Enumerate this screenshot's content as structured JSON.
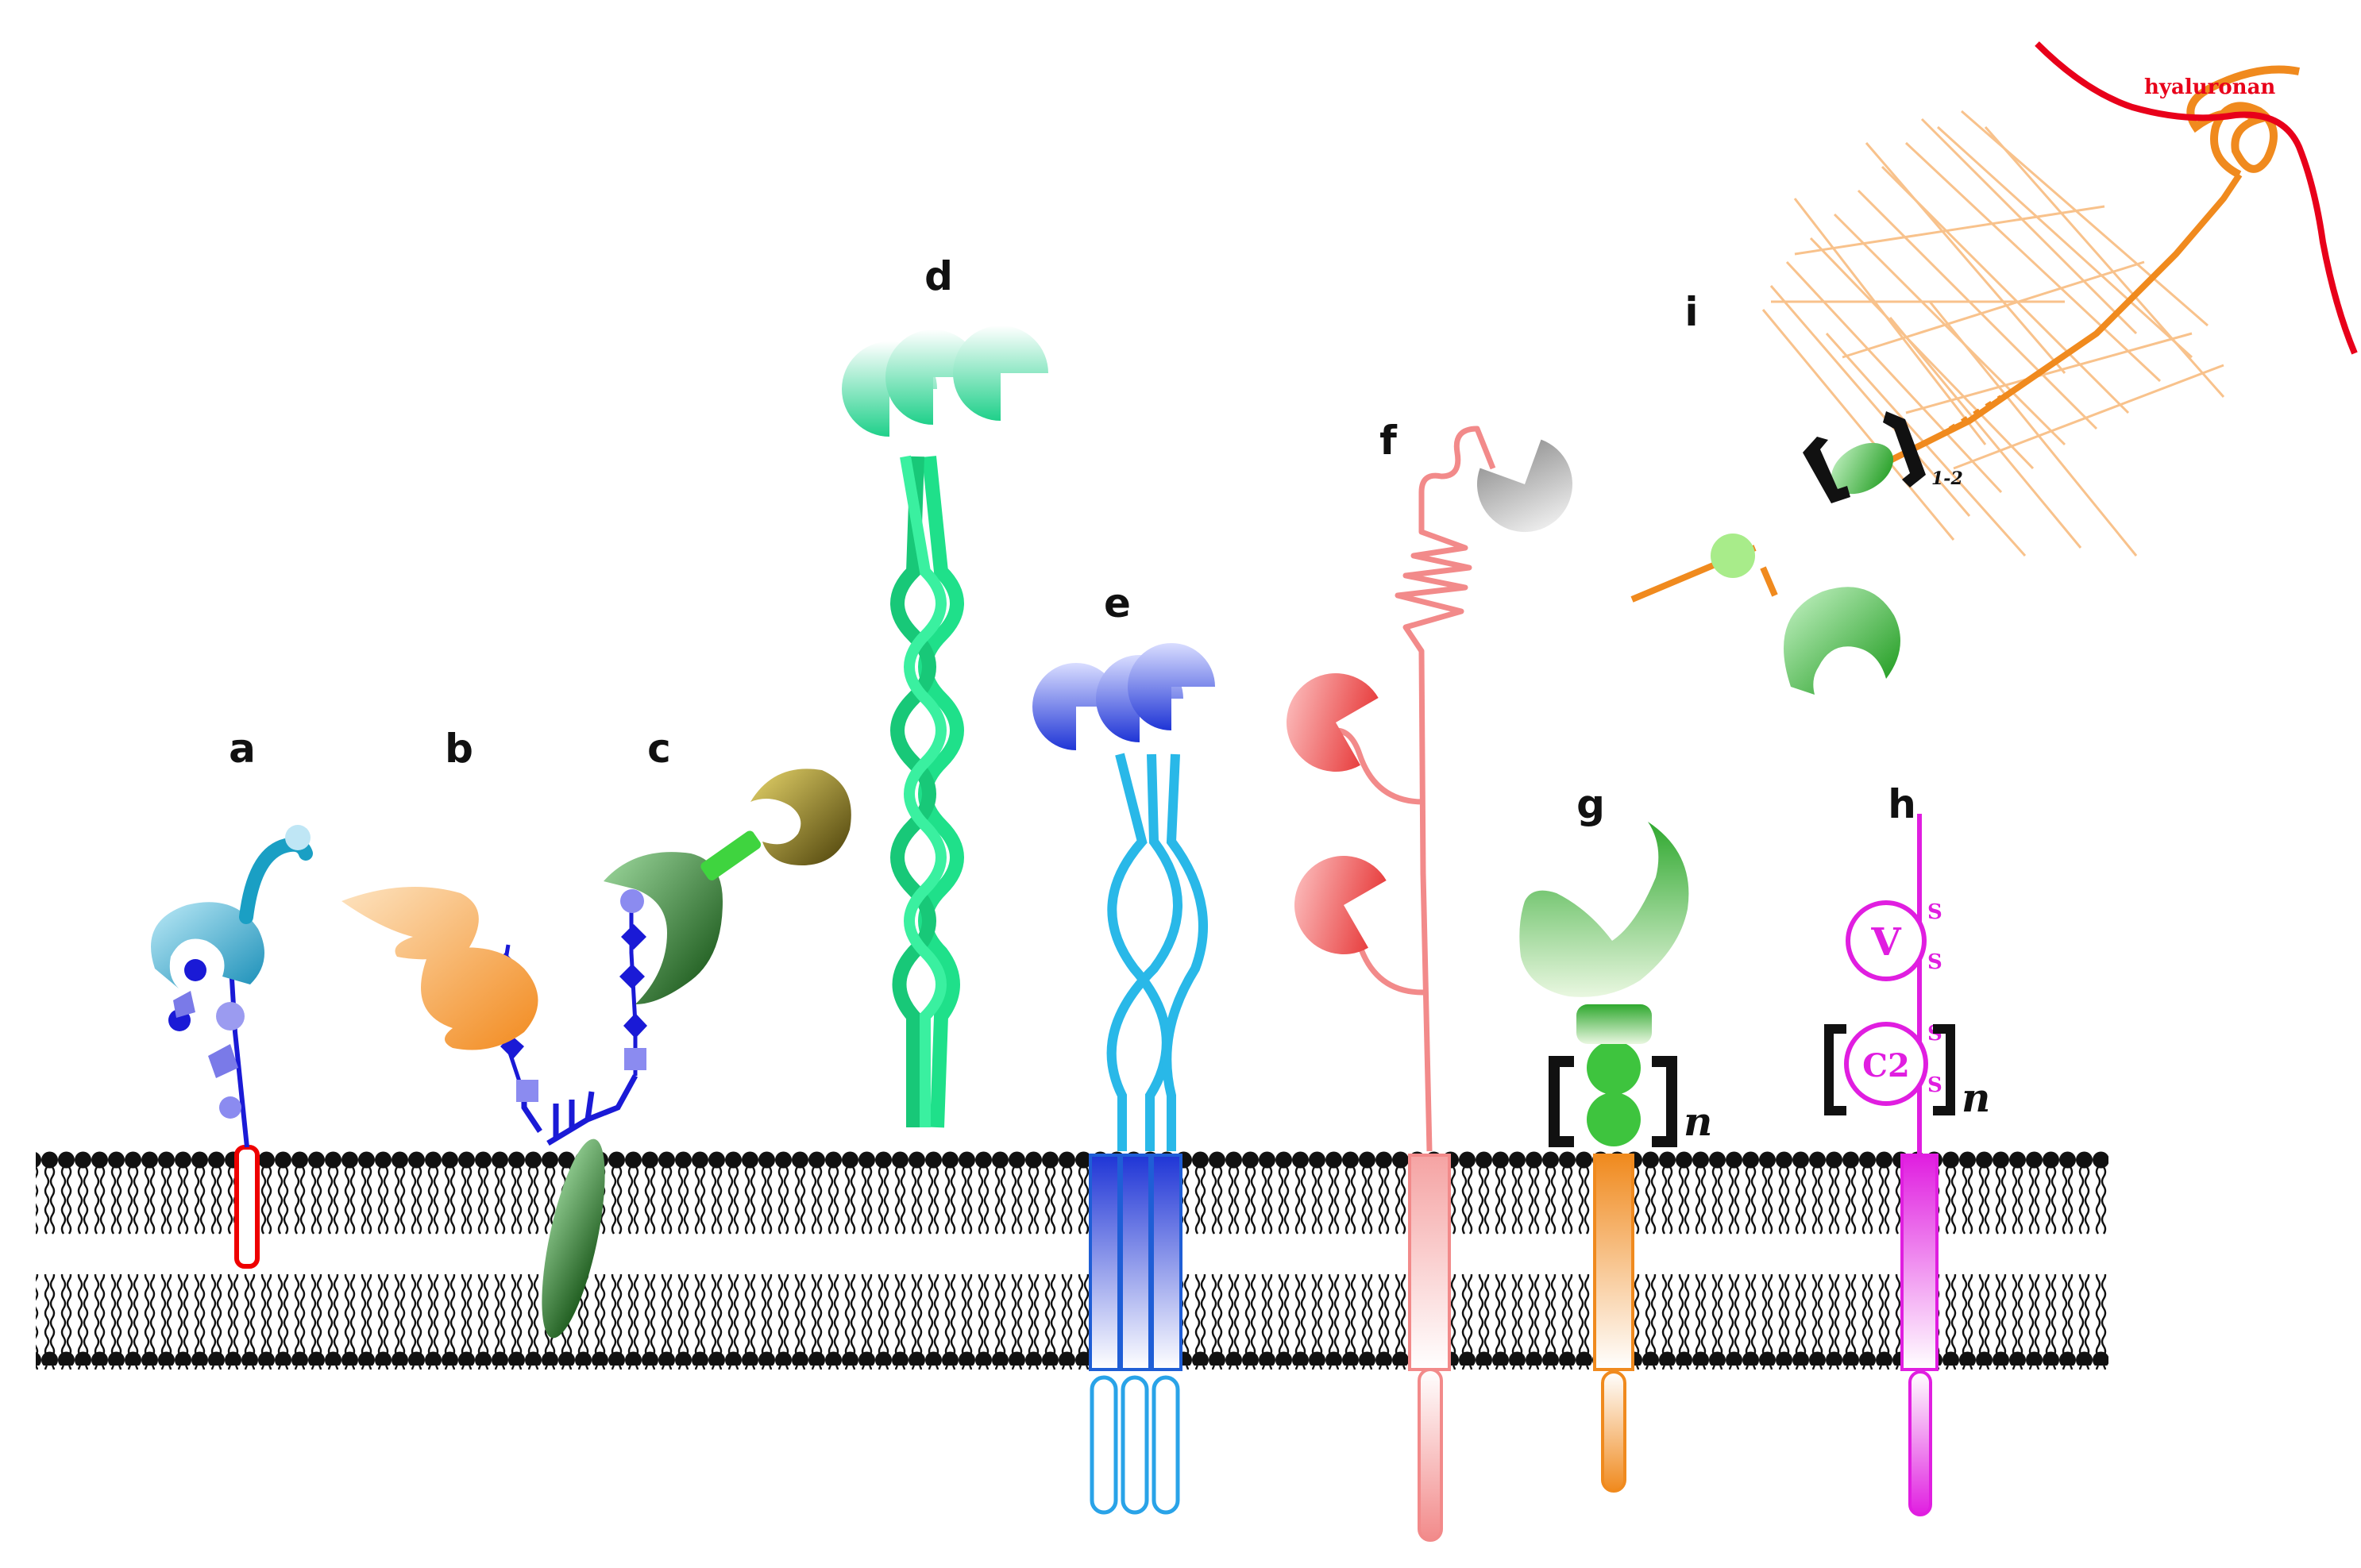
{
  "labels": {
    "a": "a",
    "b": "b",
    "c": "c",
    "d": "d",
    "e": "e",
    "f": "f",
    "g": "g",
    "h": "h",
    "i": "i"
  },
  "annotations": {
    "hyaluronan": "hyaluronan",
    "repeat_g": "n",
    "repeat_h": "n",
    "repeat_i": "1-2",
    "domain_v": "V",
    "domain_c2": "C2",
    "disulfide": "S"
  },
  "colors": {
    "background": "#ffffff",
    "membrane": "#111111",
    "a": "#1a9fc4",
    "b": "#f39a2e",
    "c": "#1e7a1e",
    "d": "#1fe08a",
    "e": "#1f3fe0",
    "f": "#f28a8a",
    "g": "#f08a1e",
    "h": "#e01ee0",
    "hyaluronan": "#e8001a",
    "glycan": "#1a1ad6"
  }
}
